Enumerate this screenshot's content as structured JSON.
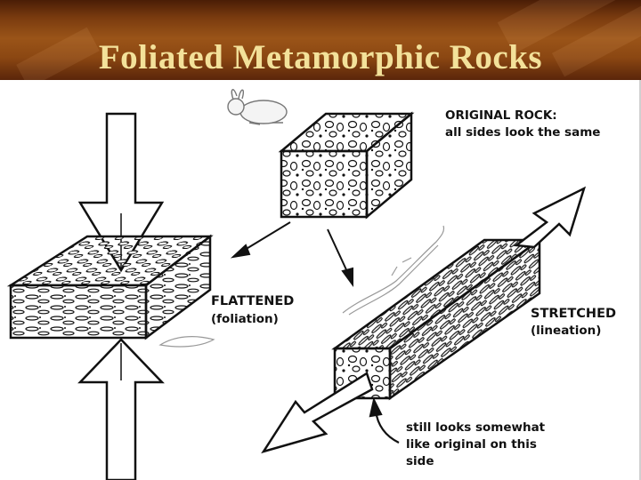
{
  "slide": {
    "title": "Foliated Metamorphic Rocks"
  },
  "labels": {
    "original_title": "ORIGINAL ROCK:",
    "original_desc": "all sides look the same",
    "flattened_title": "FLATTENED",
    "flattened_desc": "(foliation)",
    "stretched_title": "STRETCHED",
    "stretched_desc": "(lineation)",
    "note_line1": "still  looks somewhat",
    "note_line2": "like original on this",
    "note_line3": "side"
  }
}
